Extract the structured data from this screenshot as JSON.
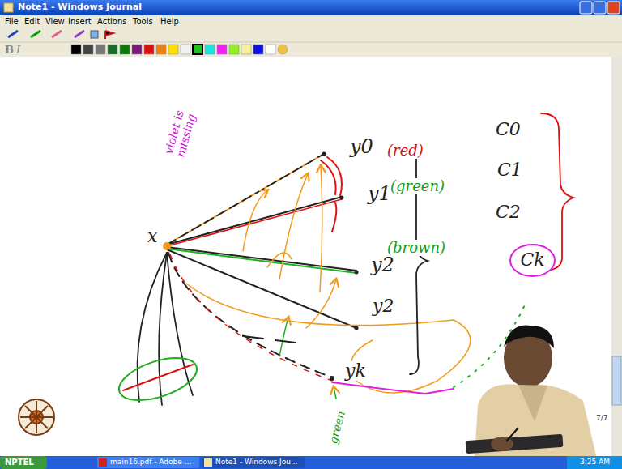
{
  "diagram": {
    "nodes": [
      {
        "text": [
          "Ck"
        ]
      }
    ],
    "labels": [
      "Note1 - Windows Journal",
      "File",
      "Edit",
      "View",
      "Insert",
      "Actions",
      "Tools",
      "Help",
      "x",
      "violet is missing",
      "y0",
      "(red)",
      "y1",
      "(green)",
      "y2",
      "(brown)",
      "y2",
      "yk",
      "green",
      "C0",
      "C1",
      "C2",
      "7/7",
      "NPTEL",
      "main16.pdf - Adobe ...",
      "Note1 - Windows Jou...",
      "3:25 AM"
    ]
  }
}
